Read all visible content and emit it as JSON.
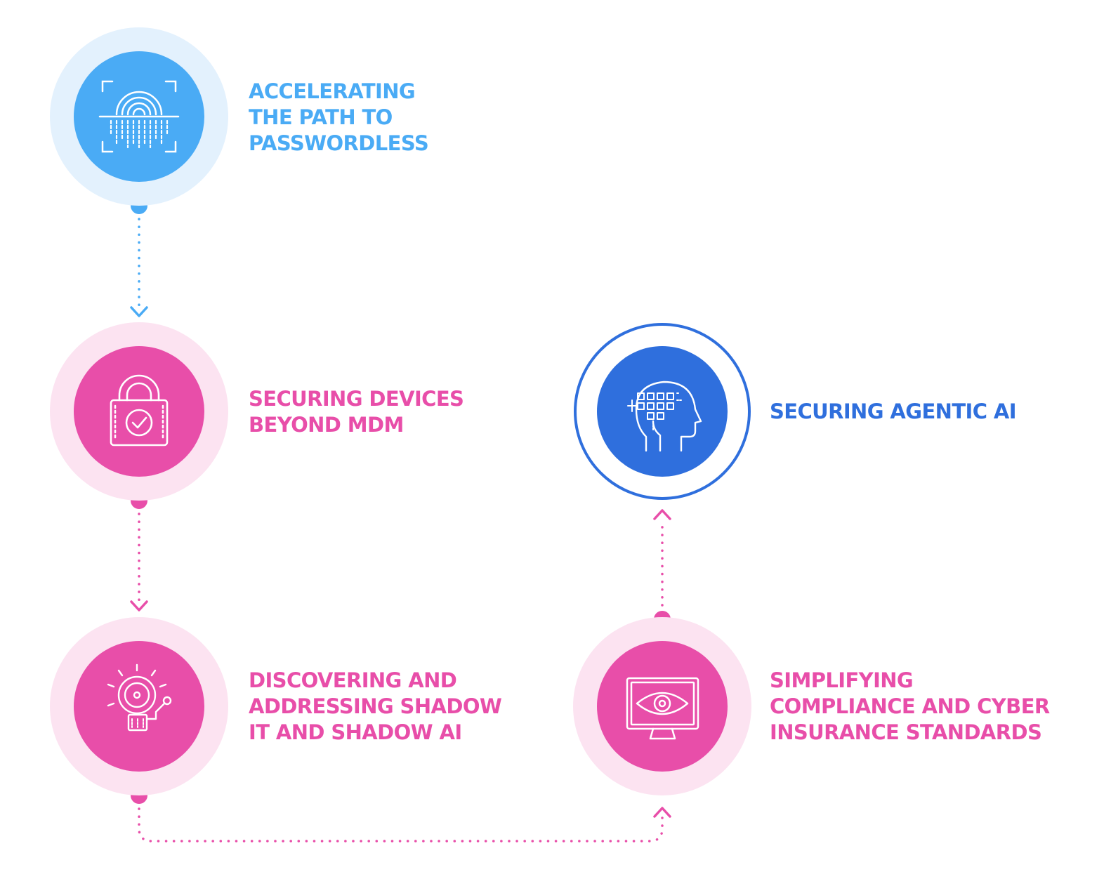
{
  "steps": [
    {
      "id": "passwordless",
      "lines": [
        "ACCELERATING",
        "THE PATH TO",
        "PASSWORDLESS"
      ],
      "icon": "fingerprint-scan-icon"
    },
    {
      "id": "devices",
      "lines": [
        "SECURING DEVICES",
        "BEYOND MDM"
      ],
      "icon": "padlock-check-icon"
    },
    {
      "id": "shadow",
      "lines": [
        "DISCOVERING AND",
        "ADDRESSING SHADOW",
        "IT AND SHADOW AI"
      ],
      "icon": "alarm-bell-icon"
    },
    {
      "id": "compliance",
      "lines": [
        "SIMPLIFYING",
        "COMPLIANCE AND CYBER",
        "INSURANCE STANDARDS"
      ],
      "icon": "monitor-eye-icon"
    },
    {
      "id": "agentic",
      "lines": [
        "SECURING AGENTIC AI"
      ],
      "icon": "ai-head-icon"
    }
  ],
  "colors": {
    "blue": "#4aabf5",
    "blue_halo": "#e3f1fd",
    "pink": "#e84ea9",
    "pink_halo": "#fce3f1",
    "navy": "#2f6fdd",
    "white": "#ffffff"
  }
}
